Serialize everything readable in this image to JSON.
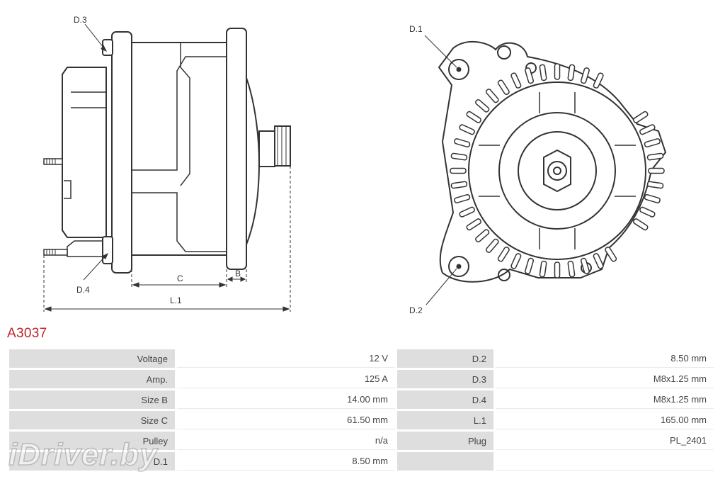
{
  "drawing": {
    "side_view_labels": {
      "d3": "D.3",
      "d4": "D.4",
      "c": "C",
      "b": "B",
      "l1": "L.1"
    },
    "front_view_labels": {
      "d1": "D.1",
      "d2": "D.2"
    }
  },
  "part_number": "A3037",
  "specs": {
    "left": [
      {
        "label": "Voltage",
        "value": "12 V"
      },
      {
        "label": "Amp.",
        "value": "125 A"
      },
      {
        "label": "Size B",
        "value": "14.00 mm"
      },
      {
        "label": "Size C",
        "value": "61.50 mm"
      },
      {
        "label": "Pulley",
        "value": "n/a"
      },
      {
        "label": "D.1",
        "value": "8.50 mm"
      }
    ],
    "right": [
      {
        "label": "D.2",
        "value": "8.50 mm"
      },
      {
        "label": "D.3",
        "value": "M8x1.25 mm"
      },
      {
        "label": "D.4",
        "value": "M8x1.25 mm"
      },
      {
        "label": "L.1",
        "value": "165.00 mm"
      },
      {
        "label": "Plug",
        "value": "PL_2401"
      },
      {
        "label": "",
        "value": ""
      }
    ]
  },
  "watermark": "iDriver.by"
}
